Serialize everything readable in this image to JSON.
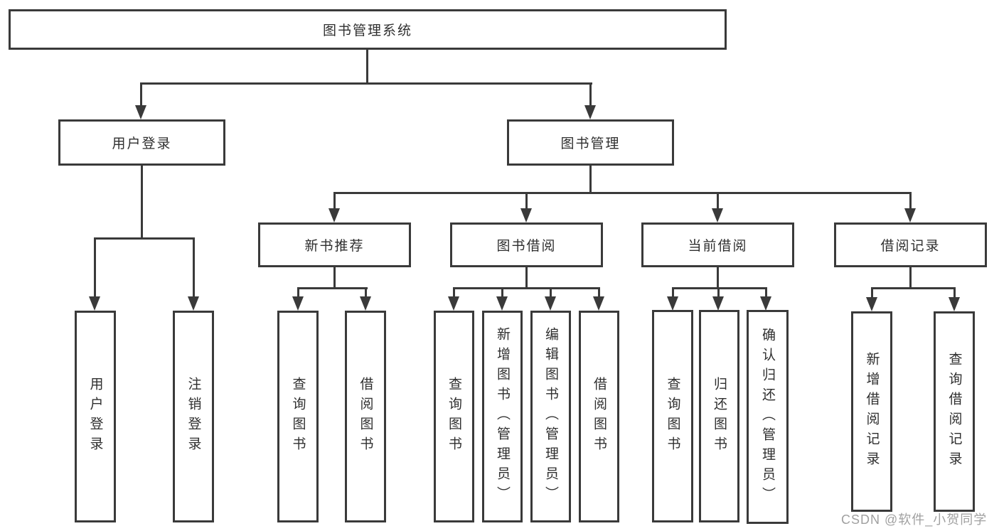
{
  "diagram": {
    "title": "图书管理系统",
    "type": "hierarchy-diagram",
    "colors": {
      "line": "#3a3a3a",
      "box_border": "#3a3a3a",
      "text": "#2f2f2f",
      "background": "#ffffff",
      "watermark": "#9b9b9b"
    },
    "tree": {
      "label": "图书管理系统",
      "children": [
        {
          "label": "用户登录",
          "children": [
            {
              "label": "用户登录"
            },
            {
              "label": "注销登录"
            }
          ]
        },
        {
          "label": "图书管理",
          "children": [
            {
              "label": "新书推荐",
              "children": [
                {
                  "label": "查询图书"
                },
                {
                  "label": "借阅图书"
                }
              ]
            },
            {
              "label": "图书借阅",
              "children": [
                {
                  "label": "查询图书"
                },
                {
                  "label": "新增图书（管理员）"
                },
                {
                  "label": "编辑图书（管理员）"
                },
                {
                  "label": "借阅图书"
                }
              ]
            },
            {
              "label": "当前借阅",
              "children": [
                {
                  "label": "查询图书"
                },
                {
                  "label": "归还图书"
                },
                {
                  "label": "确认归还（管理员）"
                }
              ]
            },
            {
              "label": "借阅记录",
              "children": [
                {
                  "label": "新增借阅记录"
                },
                {
                  "label": "查询借阅记录"
                }
              ]
            }
          ]
        }
      ]
    },
    "watermark": "CSDN @软件_小贺同学"
  }
}
